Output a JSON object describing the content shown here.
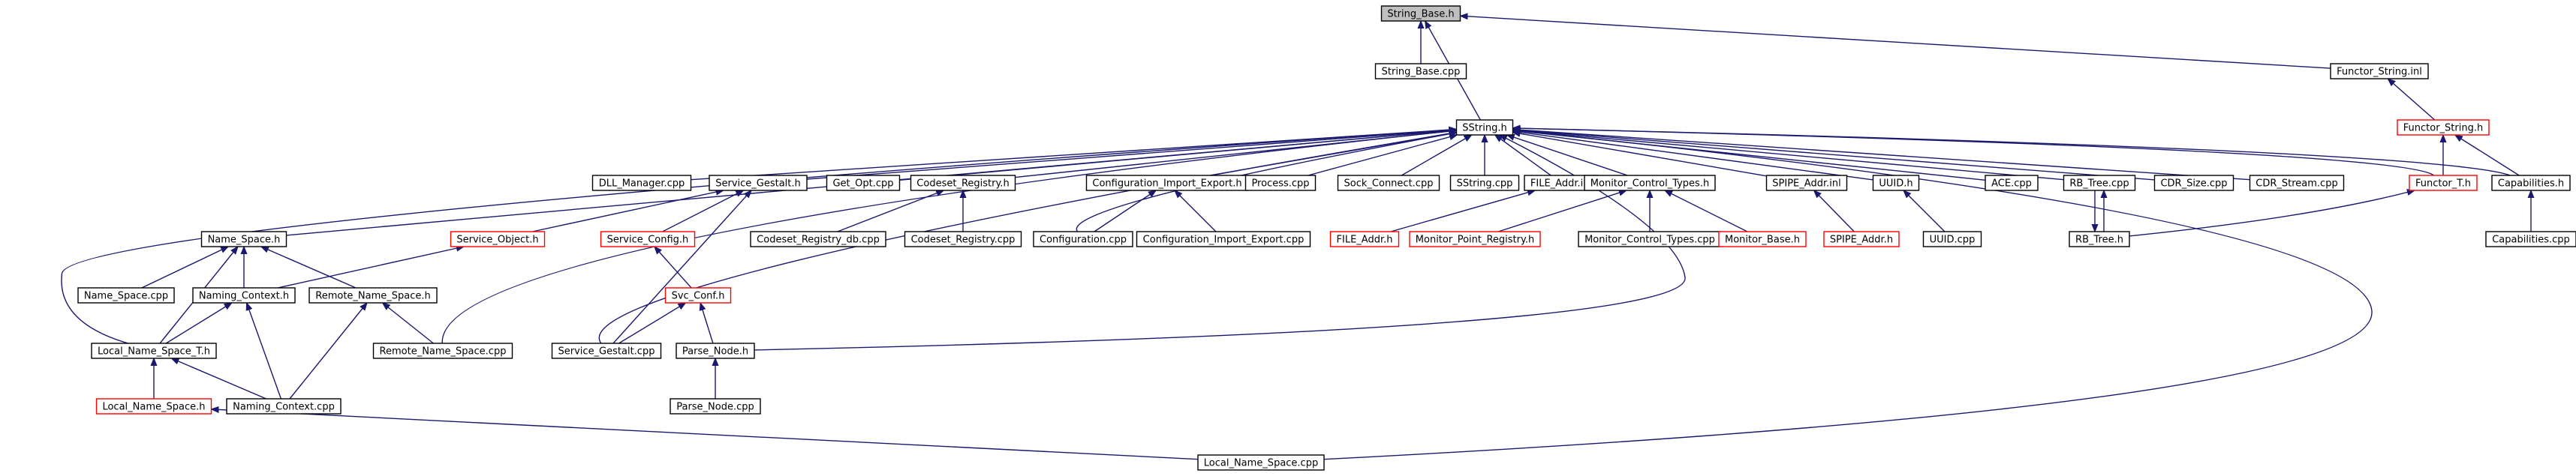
{
  "graph": {
    "colors": {
      "edge": "#191970",
      "root_fill": "#bfbfbf",
      "node_border": "#000000",
      "truncated_border": "#ff0000",
      "node_fill": "#ffffff"
    },
    "nodes": [
      {
        "id": "string_base_h",
        "label": "String_Base.h",
        "style": "root"
      },
      {
        "id": "string_base_cpp",
        "label": "String_Base.cpp",
        "style": "normal"
      },
      {
        "id": "functor_string_inl",
        "label": "Functor_String.inl",
        "style": "normal"
      },
      {
        "id": "sstring_h",
        "label": "SString.h",
        "style": "normal"
      },
      {
        "id": "functor_string_h",
        "label": "Functor_String.h",
        "style": "truncated"
      },
      {
        "id": "name_space_h",
        "label": "Name_Space.h",
        "style": "normal"
      },
      {
        "id": "dll_manager_cpp",
        "label": "DLL_Manager.cpp",
        "style": "normal"
      },
      {
        "id": "service_gestalt_h",
        "label": "Service_Gestalt.h",
        "style": "normal"
      },
      {
        "id": "get_opt_cpp",
        "label": "Get_Opt.cpp",
        "style": "normal"
      },
      {
        "id": "codeset_registry_h",
        "label": "Codeset_Registry.h",
        "style": "normal"
      },
      {
        "id": "configuration_import_export_h",
        "label": "Configuration_Import_Export.h",
        "style": "normal"
      },
      {
        "id": "process_cpp",
        "label": "Process.cpp",
        "style": "normal"
      },
      {
        "id": "sock_connect_cpp",
        "label": "Sock_Connect.cpp",
        "style": "normal"
      },
      {
        "id": "sstring_cpp",
        "label": "SString.cpp",
        "style": "normal"
      },
      {
        "id": "file_addr_inl",
        "label": "FILE_Addr.inl",
        "style": "normal"
      },
      {
        "id": "monitor_control_types_h",
        "label": "Monitor_Control_Types.h",
        "style": "normal"
      },
      {
        "id": "spipe_addr_inl",
        "label": "SPIPE_Addr.inl",
        "style": "normal"
      },
      {
        "id": "uuid_h",
        "label": "UUID.h",
        "style": "normal"
      },
      {
        "id": "ace_cpp",
        "label": "ACE.cpp",
        "style": "normal"
      },
      {
        "id": "rb_tree_cpp",
        "label": "RB_Tree.cpp",
        "style": "normal"
      },
      {
        "id": "cdr_size_cpp",
        "label": "CDR_Size.cpp",
        "style": "normal"
      },
      {
        "id": "cdr_stream_cpp",
        "label": "CDR_Stream.cpp",
        "style": "normal"
      },
      {
        "id": "functor_t_h",
        "label": "Functor_T.h",
        "style": "truncated"
      },
      {
        "id": "capabilities_h",
        "label": "Capabilities.h",
        "style": "normal"
      },
      {
        "id": "service_object_h",
        "label": "Service_Object.h",
        "style": "truncated"
      },
      {
        "id": "service_config_h",
        "label": "Service_Config.h",
        "style": "truncated"
      },
      {
        "id": "codeset_registry_db_cpp",
        "label": "Codeset_Registry_db.cpp",
        "style": "normal"
      },
      {
        "id": "codeset_registry_cpp",
        "label": "Codeset_Registry.cpp",
        "style": "normal"
      },
      {
        "id": "configuration_cpp",
        "label": "Configuration.cpp",
        "style": "normal"
      },
      {
        "id": "configuration_import_export_cpp",
        "label": "Configuration_Import_Export.cpp",
        "style": "normal"
      },
      {
        "id": "file_addr_h",
        "label": "FILE_Addr.h",
        "style": "truncated"
      },
      {
        "id": "monitor_point_registry_h",
        "label": "Monitor_Point_Registry.h",
        "style": "truncated"
      },
      {
        "id": "monitor_control_types_cpp",
        "label": "Monitor_Control_Types.cpp",
        "style": "normal"
      },
      {
        "id": "monitor_base_h",
        "label": "Monitor_Base.h",
        "style": "truncated"
      },
      {
        "id": "spipe_addr_h",
        "label": "SPIPE_Addr.h",
        "style": "truncated"
      },
      {
        "id": "uuid_cpp",
        "label": "UUID.cpp",
        "style": "normal"
      },
      {
        "id": "rb_tree_h",
        "label": "RB_Tree.h",
        "style": "normal"
      },
      {
        "id": "capabilities_cpp",
        "label": "Capabilities.cpp",
        "style": "normal"
      },
      {
        "id": "name_space_cpp",
        "label": "Name_Space.cpp",
        "style": "normal"
      },
      {
        "id": "naming_context_h",
        "label": "Naming_Context.h",
        "style": "normal"
      },
      {
        "id": "remote_name_space_h",
        "label": "Remote_Name_Space.h",
        "style": "normal"
      },
      {
        "id": "svc_conf_h",
        "label": "Svc_Conf.h",
        "style": "truncated"
      },
      {
        "id": "local_name_space_t_h",
        "label": "Local_Name_Space_T.h",
        "style": "normal"
      },
      {
        "id": "remote_name_space_cpp",
        "label": "Remote_Name_Space.cpp",
        "style": "normal"
      },
      {
        "id": "service_gestalt_cpp",
        "label": "Service_Gestalt.cpp",
        "style": "normal"
      },
      {
        "id": "parse_node_h",
        "label": "Parse_Node.h",
        "style": "normal"
      },
      {
        "id": "local_name_space_h",
        "label": "Local_Name_Space.h",
        "style": "truncated"
      },
      {
        "id": "naming_context_cpp",
        "label": "Naming_Context.cpp",
        "style": "normal"
      },
      {
        "id": "parse_node_cpp",
        "label": "Parse_Node.cpp",
        "style": "normal"
      },
      {
        "id": "local_name_space_cpp",
        "label": "Local_Name_Space.cpp",
        "style": "normal"
      }
    ],
    "edges": [
      {
        "from": "string_base_cpp",
        "to": "string_base_h"
      },
      {
        "from": "functor_string_inl",
        "to": "string_base_h"
      },
      {
        "from": "sstring_h",
        "to": "string_base_h"
      },
      {
        "from": "functor_string_h",
        "to": "functor_string_inl"
      },
      {
        "from": "functor_t_h",
        "to": "functor_string_h"
      },
      {
        "from": "capabilities_h",
        "to": "functor_string_h"
      },
      {
        "from": "name_space_h",
        "to": "sstring_h"
      },
      {
        "from": "dll_manager_cpp",
        "to": "sstring_h"
      },
      {
        "from": "service_gestalt_h",
        "to": "sstring_h"
      },
      {
        "from": "get_opt_cpp",
        "to": "sstring_h"
      },
      {
        "from": "codeset_registry_h",
        "to": "sstring_h"
      },
      {
        "from": "configuration_import_export_h",
        "to": "sstring_h"
      },
      {
        "from": "process_cpp",
        "to": "sstring_h"
      },
      {
        "from": "sock_connect_cpp",
        "to": "sstring_h"
      },
      {
        "from": "sstring_cpp",
        "to": "sstring_h"
      },
      {
        "from": "file_addr_inl",
        "to": "sstring_h"
      },
      {
        "from": "monitor_control_types_h",
        "to": "sstring_h"
      },
      {
        "from": "spipe_addr_inl",
        "to": "sstring_h"
      },
      {
        "from": "uuid_h",
        "to": "sstring_h"
      },
      {
        "from": "ace_cpp",
        "to": "sstring_h"
      },
      {
        "from": "rb_tree_cpp",
        "to": "sstring_h"
      },
      {
        "from": "cdr_size_cpp",
        "to": "sstring_h"
      },
      {
        "from": "cdr_stream_cpp",
        "to": "sstring_h"
      },
      {
        "from": "functor_t_h",
        "to": "sstring_h"
      },
      {
        "from": "capabilities_h",
        "to": "sstring_h"
      },
      {
        "from": "local_name_space_t_h",
        "to": "sstring_h"
      },
      {
        "from": "remote_name_space_cpp",
        "to": "sstring_h"
      },
      {
        "from": "service_gestalt_cpp",
        "to": "sstring_h"
      },
      {
        "from": "configuration_cpp",
        "to": "sstring_h"
      },
      {
        "from": "parse_node_h",
        "to": "sstring_h"
      },
      {
        "from": "local_name_space_cpp",
        "to": "sstring_h"
      },
      {
        "from": "service_object_h",
        "to": "service_gestalt_h"
      },
      {
        "from": "service_config_h",
        "to": "service_gestalt_h"
      },
      {
        "from": "service_gestalt_cpp",
        "to": "service_gestalt_h"
      },
      {
        "from": "codeset_registry_db_cpp",
        "to": "codeset_registry_h"
      },
      {
        "from": "codeset_registry_cpp",
        "to": "codeset_registry_h"
      },
      {
        "from": "configuration_cpp",
        "to": "configuration_import_export_h"
      },
      {
        "from": "configuration_import_export_cpp",
        "to": "configuration_import_export_h"
      },
      {
        "from": "file_addr_h",
        "to": "file_addr_inl"
      },
      {
        "from": "monitor_point_registry_h",
        "to": "monitor_control_types_h"
      },
      {
        "from": "monitor_control_types_cpp",
        "to": "monitor_control_types_h"
      },
      {
        "from": "monitor_base_h",
        "to": "monitor_control_types_h"
      },
      {
        "from": "spipe_addr_h",
        "to": "spipe_addr_inl"
      },
      {
        "from": "uuid_cpp",
        "to": "uuid_h"
      },
      {
        "from": "rb_tree_h",
        "to": "rb_tree_cpp"
      },
      {
        "from": "rb_tree_cpp",
        "to": "rb_tree_h"
      },
      {
        "from": "rb_tree_h",
        "to": "functor_t_h"
      },
      {
        "from": "capabilities_cpp",
        "to": "capabilities_h"
      },
      {
        "from": "name_space_cpp",
        "to": "name_space_h"
      },
      {
        "from": "naming_context_h",
        "to": "name_space_h"
      },
      {
        "from": "remote_name_space_h",
        "to": "name_space_h"
      },
      {
        "from": "local_name_space_t_h",
        "to": "name_space_h"
      },
      {
        "from": "naming_context_h",
        "to": "service_object_h"
      },
      {
        "from": "svc_conf_h",
        "to": "service_config_h"
      },
      {
        "from": "local_name_space_t_h",
        "to": "naming_context_h"
      },
      {
        "from": "naming_context_cpp",
        "to": "naming_context_h"
      },
      {
        "from": "remote_name_space_cpp",
        "to": "remote_name_space_h"
      },
      {
        "from": "naming_context_cpp",
        "to": "remote_name_space_h"
      },
      {
        "from": "service_gestalt_cpp",
        "to": "svc_conf_h"
      },
      {
        "from": "parse_node_h",
        "to": "svc_conf_h"
      },
      {
        "from": "local_name_space_h",
        "to": "local_name_space_t_h"
      },
      {
        "from": "naming_context_cpp",
        "to": "local_name_space_t_h"
      },
      {
        "from": "local_name_space_cpp",
        "to": "local_name_space_h"
      },
      {
        "from": "parse_node_cpp",
        "to": "parse_node_h"
      }
    ]
  }
}
